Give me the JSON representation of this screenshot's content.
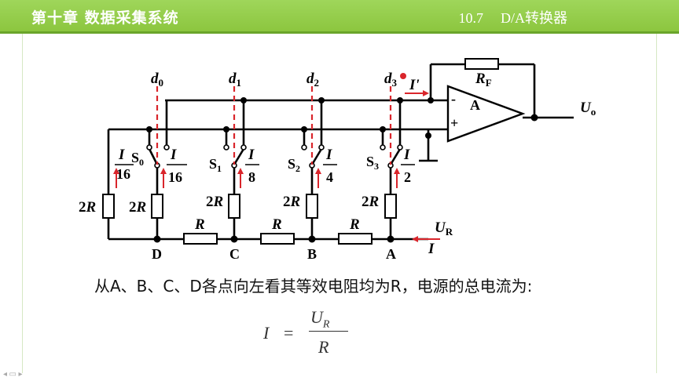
{
  "header": {
    "chapter": "第十章  数据采集系统",
    "section": "10.7",
    "section_title": "D/A转换器"
  },
  "circuit": {
    "bits": [
      "d0",
      "d1",
      "d2",
      "d3"
    ],
    "nodes": [
      "D",
      "C",
      "B",
      "A"
    ],
    "switches": [
      "S0",
      "S1",
      "S2",
      "S3"
    ],
    "branch_currents": [
      "I/16",
      "I/16",
      "I/8",
      "I/4",
      "I/2"
    ],
    "resistors_vertical": [
      "2R",
      "2R",
      "2R",
      "2R",
      "2R"
    ],
    "resistors_series": [
      "R",
      "R",
      "R"
    ],
    "feedback_resistor": "RF",
    "output": "Uo",
    "ref_voltage": "UR",
    "total_current": "I",
    "opamp_current": "I'",
    "opamp_label": "A",
    "minus": "-",
    "plus": "+"
  },
  "text": {
    "description": "从A、B、C、D各点向左看其等效电阻均为R，电源的总电流为:",
    "formula": {
      "lhs": "I",
      "eq": "=",
      "num_main": "U",
      "num_sub": "R",
      "den": "R"
    }
  },
  "colors": {
    "header_bg": "#8cc63f",
    "dash_red": "#d9252b"
  }
}
